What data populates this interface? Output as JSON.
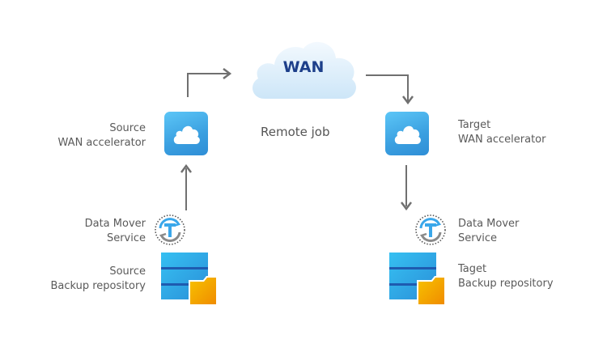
{
  "diagram": {
    "cloud": {
      "label": "WAN"
    },
    "center_caption": "Remote job",
    "source": {
      "accelerator_label": [
        "Source",
        "WAN accelerator"
      ],
      "data_mover_label": [
        "Data Mover",
        "Service"
      ],
      "repository_label": [
        "Source",
        "Backup repository"
      ]
    },
    "target": {
      "accelerator_label": [
        "Target",
        "WAN accelerator"
      ],
      "data_mover_label": [
        "Data Mover",
        "Service"
      ],
      "repository_label": [
        "Taget",
        "Backup repository"
      ]
    },
    "icons": {
      "cloud": "cloud-icon",
      "accelerator": "wan-accelerator-icon",
      "data_mover": "data-mover-icon",
      "repository": "backup-repository-icon",
      "arrow": "arrow-icon"
    },
    "colors": {
      "cloud_text": "#1d3f8a",
      "accent_blue": "#3aa7ea",
      "folder_orange": "#f5a800",
      "arrow_gray": "#707070",
      "text_gray": "#5a5a5a"
    }
  }
}
